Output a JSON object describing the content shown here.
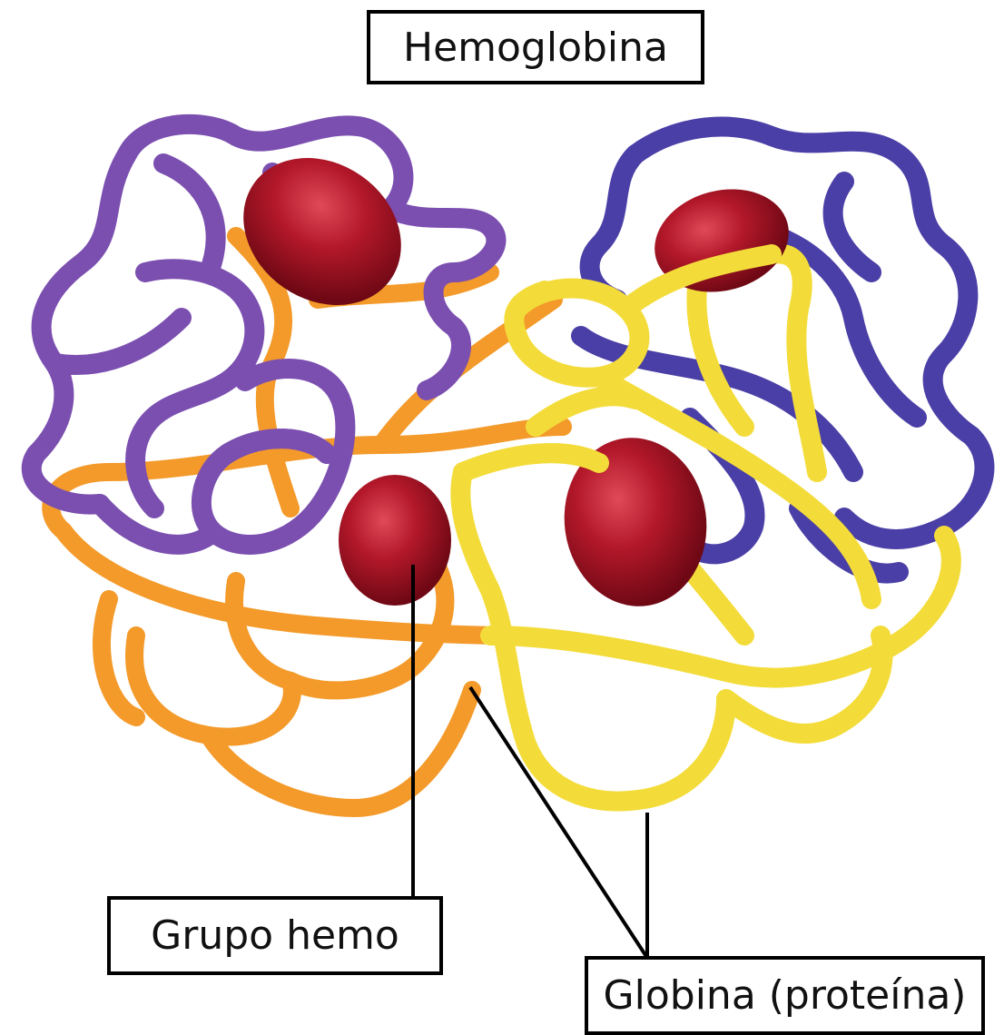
{
  "labels": {
    "title": "Hemoglobina",
    "heme_group": "Grupo hemo",
    "globin": "Globina (proteína)"
  },
  "colors": {
    "chain_alpha_1": "#7b4fb0",
    "chain_alpha_2": "#4a3fa6",
    "chain_beta_1": "#f39a2a",
    "chain_beta_2": "#f3dc3a",
    "heme": "#9e1020",
    "leader_line": "#000000"
  },
  "icons": {
    "molecule": "hemoglobin-ribbon-model"
  }
}
